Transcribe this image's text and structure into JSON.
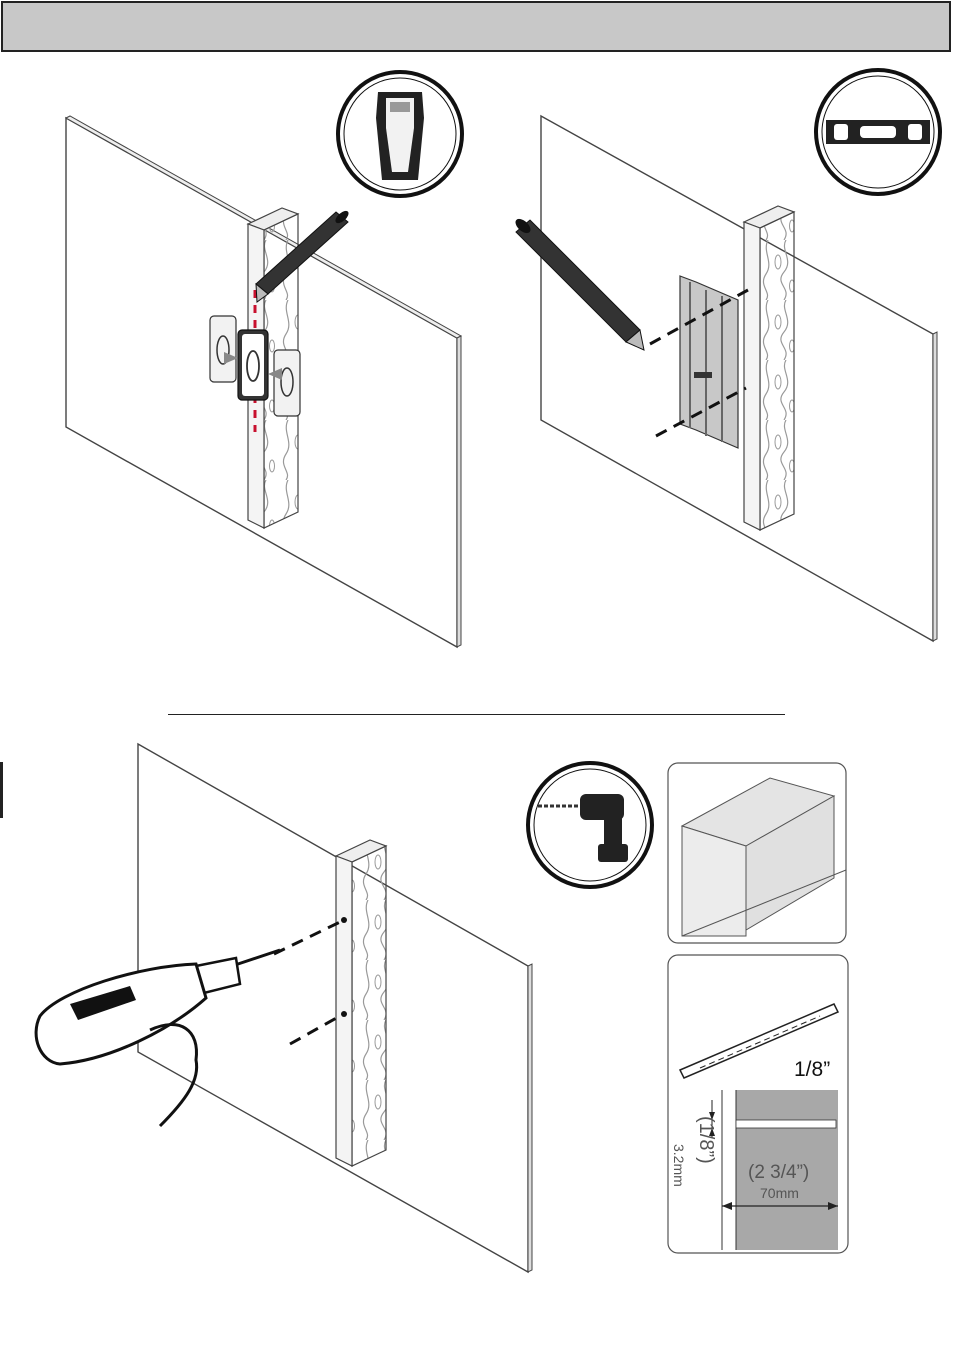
{
  "header": {
    "title": ""
  },
  "drill_spec": {
    "bit_size": "1/8”",
    "hole_diameter_in": "(1/8”)",
    "hole_diameter_mm": "3.2mm",
    "hole_depth_in": "(2 3/4”)",
    "hole_depth_mm": "70mm"
  },
  "icons": {
    "step1_tool": "stud-finder-icon",
    "step2_tool": "level-icon",
    "step3_tool": "power-drill-icon"
  },
  "colors": {
    "stud_line": "#c8102e",
    "header_bar": "#c8c8c8",
    "depth_fill": "#a8a8a8"
  }
}
